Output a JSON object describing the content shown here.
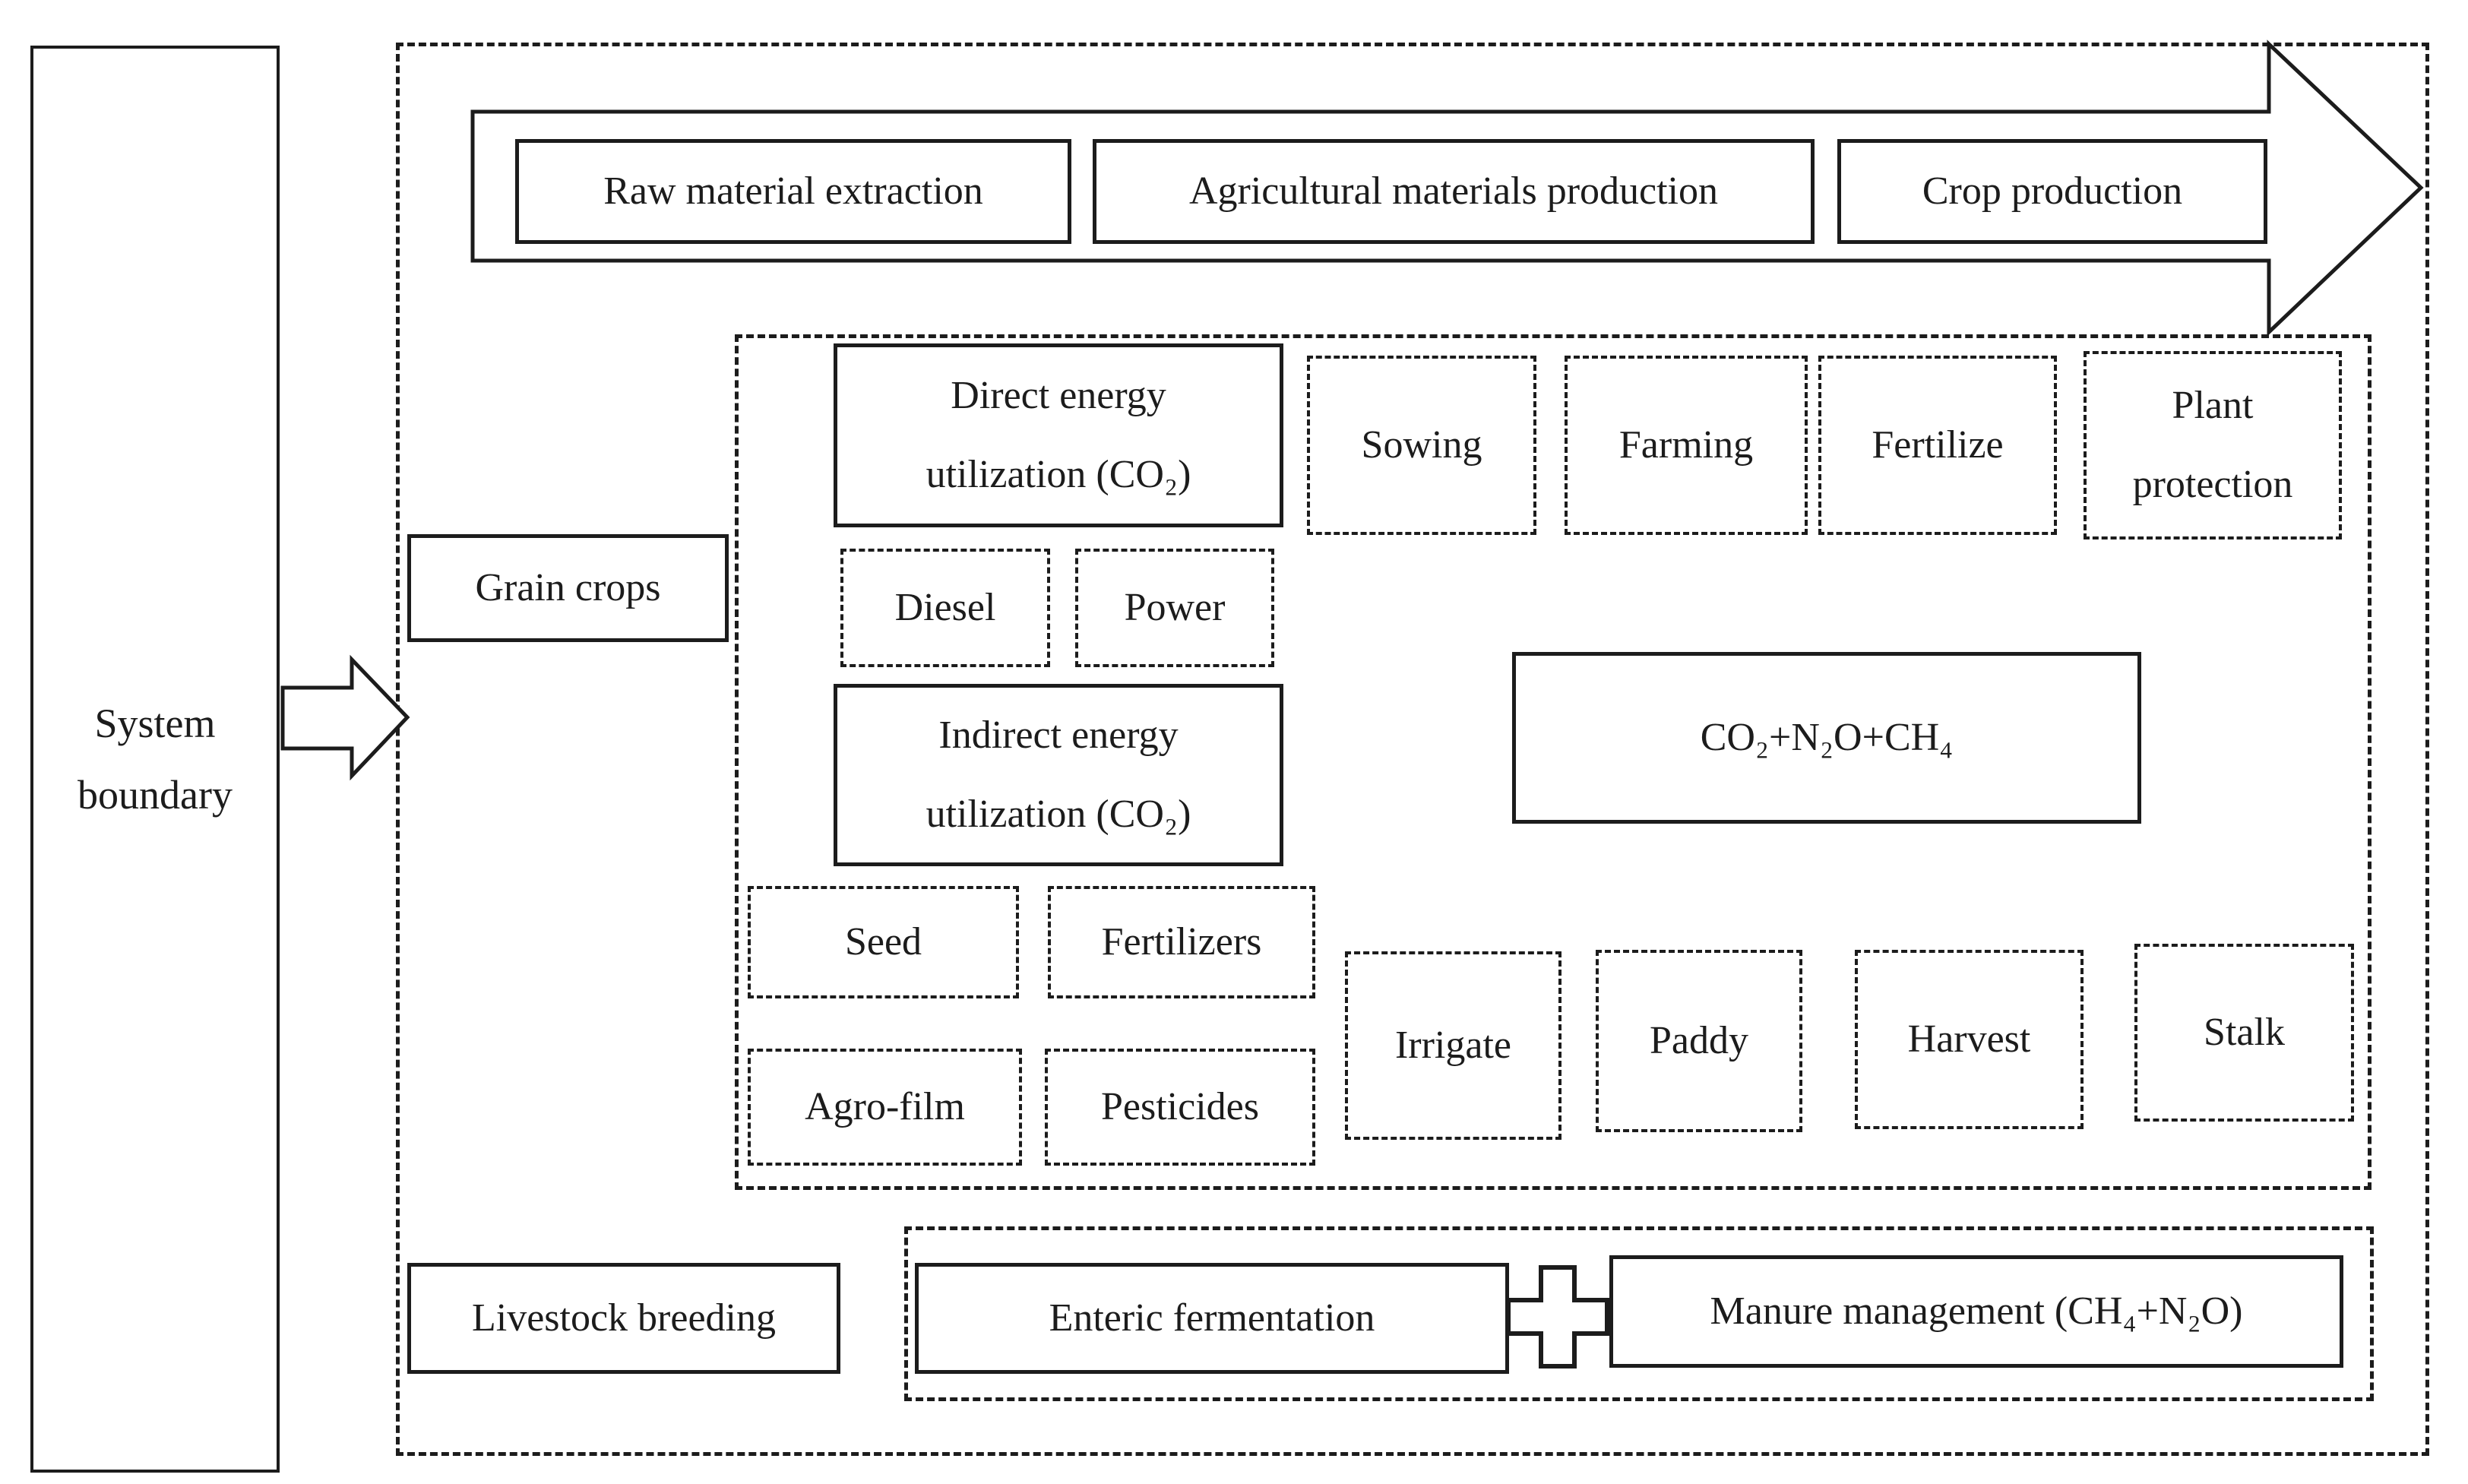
{
  "system_boundary": {
    "lines": [
      "System",
      "boundary"
    ]
  },
  "top_flow": {
    "stages": [
      "Raw material extraction",
      "Agricultural materials production",
      "Crop production"
    ]
  },
  "grain_crops_label": "Grain crops",
  "crop_system": {
    "direct_energy_lines": [
      "Direct energy",
      "utilization (CO₂)"
    ],
    "indirect_energy_lines": [
      "Indirect energy",
      "utilization (CO₂)"
    ],
    "diesel": "Diesel",
    "power": "Power",
    "emissions": "CO₂+N₂O+CH₄",
    "sowing": "Sowing",
    "farming": "Farming",
    "fertilize": "Fertilize",
    "plant_protection": "Plant protection",
    "seed": "Seed",
    "fertilizers": "Fertilizers",
    "agro_film": "Agro-film",
    "pesticides": "Pesticides",
    "irrigate": "Irrigate",
    "paddy": "Paddy",
    "harvest": "Harvest",
    "stalk": "Stalk"
  },
  "livestock": {
    "breeding": "Livestock breeding",
    "enteric_fermentation": "Enteric fermentation",
    "manure_management": "Manure management (CH₄+N₂O)"
  },
  "colors": {
    "ink": "#1c1c1c",
    "background": "#ffffff"
  }
}
